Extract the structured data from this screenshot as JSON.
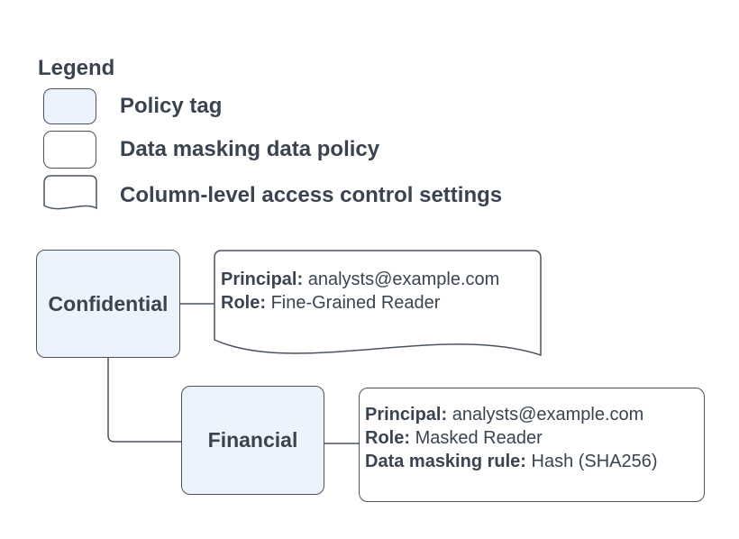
{
  "legend": {
    "title": "Legend",
    "items": [
      {
        "label": "Policy tag"
      },
      {
        "label": "Data masking data policy"
      },
      {
        "label": "Column-level access control settings"
      }
    ]
  },
  "nodes": {
    "confidential": "Confidential",
    "financial": "Financial"
  },
  "access_settings": {
    "principal_label": "Principal:",
    "principal": "analysts@example.com",
    "role_label": "Role:",
    "role": "Fine-Grained Reader"
  },
  "masking_policy": {
    "principal_label": "Principal:",
    "principal": "analysts@example.com",
    "role_label": "Role:",
    "role": "Masked Reader",
    "rule_label": "Data masking rule:",
    "rule": "Hash (SHA256)"
  },
  "colors": {
    "policy_tag_fill": "#ecf3fc",
    "shape_border": "#4b545e",
    "text": "#3a4450",
    "background": "#ffffff"
  }
}
